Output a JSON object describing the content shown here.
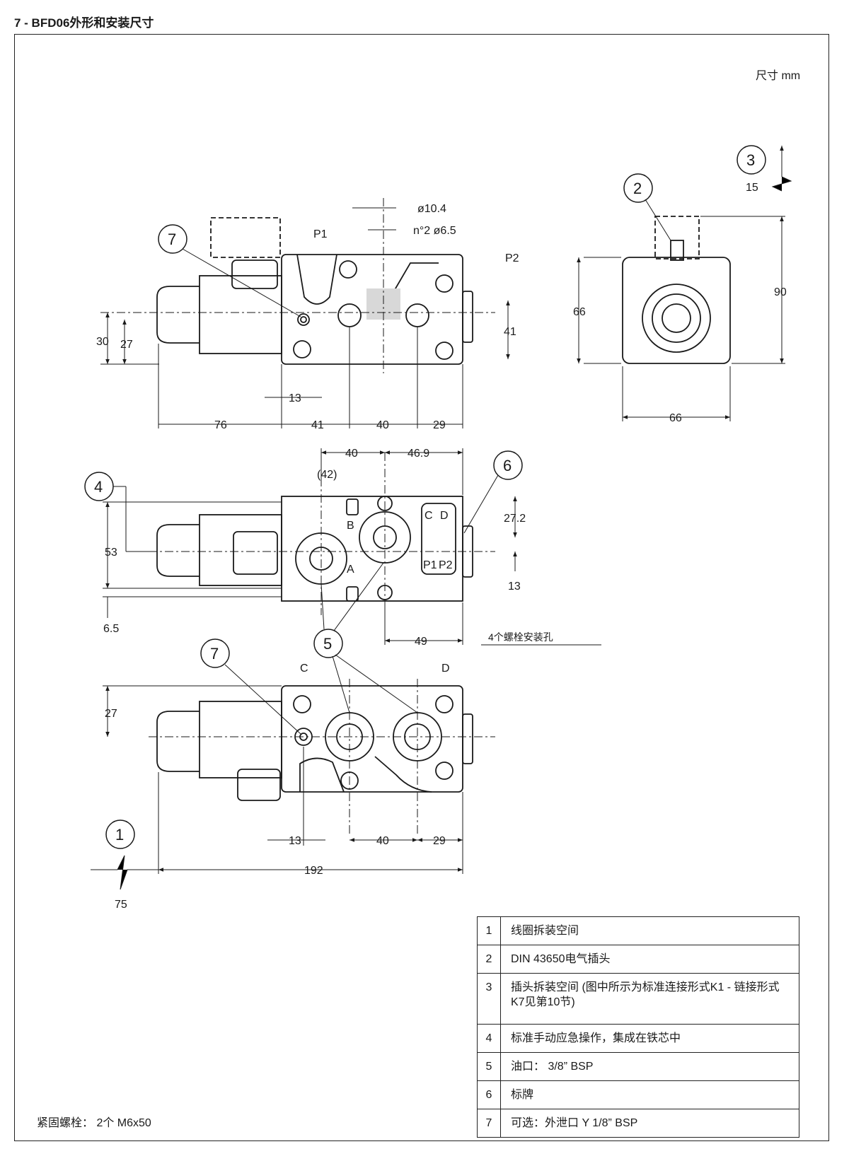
{
  "heading": "7 - BFD06外形和安装尺寸",
  "units": "尺寸 mm",
  "drawing": {
    "dimensions": [
      "ø10.4",
      "n°2 ø6.5",
      "30",
      "27",
      "41",
      "13",
      "76",
      "41",
      "40",
      "29",
      "66",
      "66",
      "15",
      "90",
      "40",
      "46.9",
      "(42)",
      "27.2",
      "53",
      "13",
      "6.5",
      "49",
      "27",
      "13",
      "40",
      "29",
      "192",
      "75"
    ],
    "callouts": [
      "7",
      "2",
      "3",
      "4",
      "6",
      "5",
      "7",
      "1"
    ],
    "port_labels": [
      "P1",
      "P2",
      "B",
      "A",
      "C",
      "D",
      "P1",
      "P2",
      "C",
      "D"
    ],
    "mounting_note": "4个螺栓安装孔"
  },
  "legend": [
    {
      "num": "1",
      "text": "线圈拆装空间"
    },
    {
      "num": "2",
      "text": "DIN 43650电气插头"
    },
    {
      "num": "3",
      "text": "插头拆装空间 (图中所示为标准连接形式K1 - 链接形式K7见第10节)"
    },
    {
      "num": "4",
      "text": "标准手动应急操作，集成在铁芯中"
    },
    {
      "num": "5",
      "text": "油口： 3/8” BSP"
    },
    {
      "num": "6",
      "text": "标牌"
    },
    {
      "num": "7",
      "text": "可选：外泄口 Y 1/8” BSP"
    }
  ],
  "footnote": "紧固螺栓： 2个 M6x50"
}
